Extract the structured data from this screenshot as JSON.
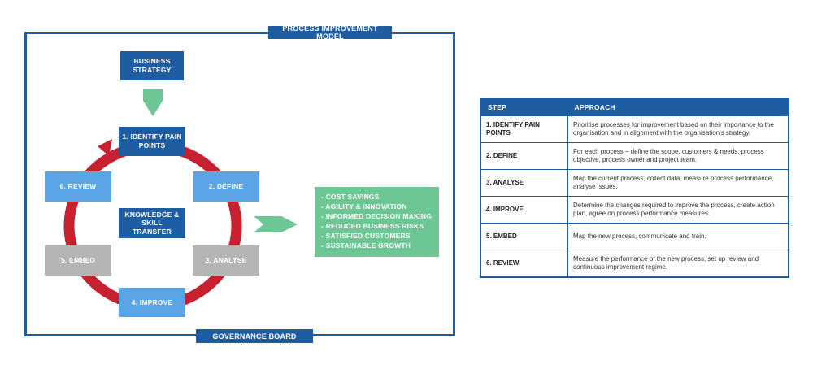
{
  "model": {
    "title": "PROCESS IMPROVEMENT MODEL",
    "footer": "GOVERNANCE BOARD",
    "strategy": "BUSINESS STRATEGY",
    "center": "KNOWLEDGE & SKILL TRANSFER",
    "steps": {
      "identify": "1. IDENTIFY PAIN POINTS",
      "define": "2. DEFINE",
      "analyse": "3. ANALYSE",
      "improve": "4. IMPROVE",
      "embed": "5. EMBED",
      "review": "6. REVIEW"
    },
    "outcomes": [
      "COST SAVINGS",
      "AGILITY & INNOVATION",
      "INFORMED DECISION MAKING",
      "REDUCED BUSINESS RISKS",
      "SATISFIED CUSTOMERS",
      "SUSTAINABLE GROWTH"
    ]
  },
  "table": {
    "headers": {
      "step": "STEP",
      "approach": "APPROACH"
    },
    "rows": [
      {
        "step": "1. IDENTIFY PAIN POINTS",
        "approach": "Prioritise processes for improvement based on their importance to the organisation and in alignment with the organisation's strategy."
      },
      {
        "step": "2. DEFINE",
        "approach": "For each process – define the scope, customers & needs, process objective, process owner and project team."
      },
      {
        "step": "3. ANALYSE",
        "approach": "Map the current process, collect data, measure process performance, analyse issues."
      },
      {
        "step": "4. IMPROVE",
        "approach": "Determine the changes required to improve the process, create action plan, agree on process performance measures."
      },
      {
        "step": "5. EMBED",
        "approach": "Map the new process, communicate and train."
      },
      {
        "step": "6. REVIEW",
        "approach": "Measure the performance of the new process, set up review and continuous improvement regime."
      }
    ]
  },
  "colors": {
    "brand_blue": "#1f5da3",
    "light_blue": "#5ba4e6",
    "grey": "#b5b5b5",
    "green": "#6cc795",
    "cycle_red": "#c8202e"
  }
}
